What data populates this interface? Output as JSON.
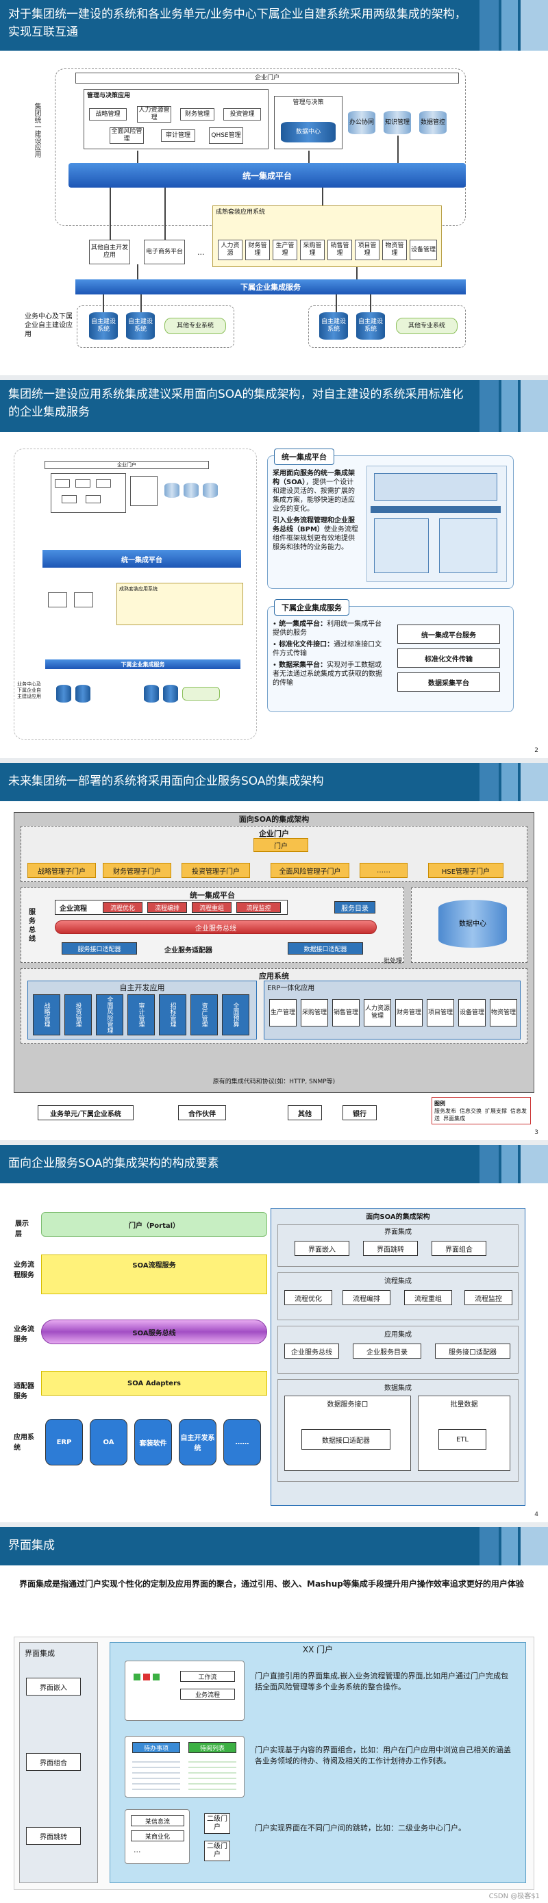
{
  "slide1": {
    "title": "对于集团统一建设的系统和各业务单元/业务中心下属企业自建系统采用两级集成的架构，实现互联互通",
    "enterprise_portal": "企业门户",
    "mgmt_apps": "管理与决策应用",
    "mgmt_items": [
      "战略管理",
      "人力资源管理",
      "财务管理",
      "投资管理",
      "全面风险管理",
      "审计管理",
      "QHSE管理"
    ],
    "mgmt_decision": "管理与决策",
    "data_center": "数据中心",
    "office_items": [
      "办公协同",
      "知识管理",
      "数据管控"
    ],
    "side_label": "集团统一建设应用",
    "unified_platform": "统一集成平台",
    "mature_systems": "成熟套装应用系统",
    "mature_items": [
      "人力资源",
      "财务管理",
      "生产管理",
      "采购管理",
      "销售管理",
      "项目管理",
      "物资管理",
      "设备管理"
    ],
    "other_items": [
      "其他自主开发应用",
      "电子商务平台",
      "..."
    ],
    "sub_service": "下属企业集成服务",
    "bottom_side": "业务中心及下属企业自主建设应用",
    "self_sys": "自主建设系统",
    "other_sys": "其他专业系统"
  },
  "slide2": {
    "title": "集团统一建设应用系统集成建议采用面向SOA的集成架构，对自主建设的系统采用标准化的企业集成服务",
    "panel1_title": "统一集成平台",
    "p1_b1_head": "采用面向服务的统一集成架构（SOA）",
    "p1_b1_body": "，提供一个设计和建设灵活的、按需扩展的集成方案，能够快速的适应业务的变化。",
    "p1_b2_head": "引入业务流程管理和企业服务总线（BPM）",
    "p1_b2_body": "使业务流程组件框架规划更有效地提供服务和独特的业务能力。",
    "panel2_title": "下属企业集成服务",
    "p2_items": [
      {
        "head": "统一集成平台：",
        "body": "利用统一集成平台提供的服务"
      },
      {
        "head": "标准化文件接口：",
        "body": "通过标准接口文件方式传输"
      },
      {
        "head": "数据采集平台：",
        "body": "实现对手工数据或者无法通过系统集成方式获取的数据的传输"
      }
    ],
    "p2_boxes": [
      "统一集成平台服务",
      "标准化文件传输",
      "数据采集平台"
    ],
    "mini_portal": "企业门户",
    "mini_platform": "统一集成平台",
    "mini_sub": "下属企业集成服务",
    "mini_side": "业务中心及下属企业自主建设应用",
    "mini_mature": "成熟套装应用系统",
    "page": "2"
  },
  "slide3": {
    "title": "未来集团统一部署的系统将采用面向企业服务SOA的集成架构",
    "frame_title": "面向SOA的集成架构",
    "portal_label": "企业门户",
    "portal": "门户",
    "sub_portals": [
      "战略管理子门户",
      "财务管理子门户",
      "投资管理子门户",
      "全面风险管理子门户",
      "……",
      "HSE管理子门户"
    ],
    "platform_title": "统一集成平台",
    "bus_side": "服务总线",
    "process": "企业流程",
    "process_items": [
      "流程优化",
      "流程编排",
      "流程重组",
      "流程监控"
    ],
    "service_dir": "服务目录",
    "esb": "企业服务总线",
    "adapters": [
      "服务接口适配器",
      "企业服务适配器",
      "数据接口适配器"
    ],
    "batch": "批处理",
    "data_center": "数据中心",
    "app_sys": "应用系统",
    "self_dev": "自主开发应用",
    "self_items": [
      "战略管理",
      "投资管理",
      "全面风险管理",
      "审计管理",
      "招标管理",
      "资产管理",
      "全面预算"
    ],
    "erp": "ERP一体化应用",
    "erp_items": [
      "生产管理",
      "采购管理",
      "销售管理",
      "人力资源管理",
      "财务管理",
      "项目管理",
      "设备管理",
      "物资管理"
    ],
    "protocol": "原有的集成代码和协议(如：HTTP, SNMP等)",
    "bottom": [
      "业务单元/下属企业系统",
      "合作伙伴",
      "其他",
      "银行"
    ],
    "legend": [
      "服务发布",
      "信息交换",
      "扩展支撑",
      "信息发送",
      "界面集成"
    ],
    "legend_title": "图例",
    "page": "3"
  },
  "slide4": {
    "title": "面向企业服务SOA的集成架构的构成要素",
    "layers": [
      "展示层",
      "业务流程服务",
      "业务流服务",
      "适配器服务",
      "应用系统"
    ],
    "portal": "门户（Portal）",
    "soa_flow": "SOA流程服务",
    "soa_bus": "SOA服务总线",
    "adapters": "SOA  Adapters",
    "apps": [
      "ERP",
      "OA",
      "套装软件",
      "自主开发系统",
      "……"
    ],
    "right_title": "面向SOA的集成架构",
    "ui_int": "界面集成",
    "ui_items": [
      "界面嵌入",
      "界面跳转",
      "界面组合"
    ],
    "flow_int": "流程集成",
    "flow_items": [
      "流程优化",
      "流程编排",
      "流程重组",
      "流程监控"
    ],
    "app_int": "应用集成",
    "app_items": [
      "企业服务总线",
      "企业服务目录",
      "服务接口适配器"
    ],
    "data_int": "数据集成",
    "data_if": "数据服务接口",
    "data_adapter": "数据接口适配器",
    "batch": "批量数据",
    "etl": "ETL",
    "page": "4"
  },
  "slide5": {
    "title": "界面集成",
    "intro": "界面集成是指通过门户实现个性化的定制及应用界面的聚合，通过引用、嵌入、Mashup等集成手段提升用户操作效率追求更好的用户体验",
    "left_title": "界面集成",
    "left_items": [
      "界面嵌入",
      "界面组合",
      "界面跳转"
    ],
    "portal_title": "XX 门户",
    "embed_items": [
      "工作流",
      "业务流程"
    ],
    "combo_items": [
      "待办事项",
      "待阅列表"
    ],
    "jump_items": [
      "某信息流",
      "某商业化"
    ],
    "jump_dots": "...",
    "jump_boxes": [
      "二级门户",
      "二级门户"
    ],
    "desc": [
      "门户直接引用的界面集成,嵌入业务流程管理的界面,比如用户通过门户完成包括全面风险管理等多个业务系统的整合操作。",
      "门户实现基于内容的界面组合，比如：用户在门户应用中浏览自己相关的涵盖各业务领域的待办、待阅及相关的工作计划待办工作列表。",
      "门户实现界面在不同门户间的跳转，比如：二级业务中心门户。"
    ],
    "watermark": "CSDN @极客$1"
  },
  "colors": {
    "header": "#14608f",
    "bar_blue": "#2f6fc8",
    "esb_red": "#d9534f",
    "portal_orange": "#f0a020"
  }
}
